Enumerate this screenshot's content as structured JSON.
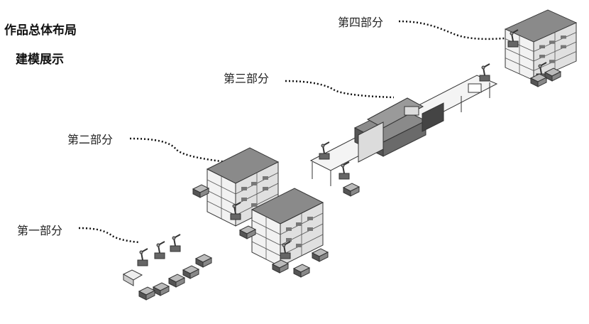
{
  "heading": {
    "title": "作品总体布局",
    "subtitle": "建模展示"
  },
  "parts": [
    {
      "label": "第一部分"
    },
    {
      "label": "第二部分"
    },
    {
      "label": "第三部分"
    },
    {
      "label": "第四部分"
    }
  ],
  "colors": {
    "line": "#333333",
    "roof": "#8a8a8a",
    "dark": "#5a5a5a",
    "light": "#e6e6e6"
  }
}
